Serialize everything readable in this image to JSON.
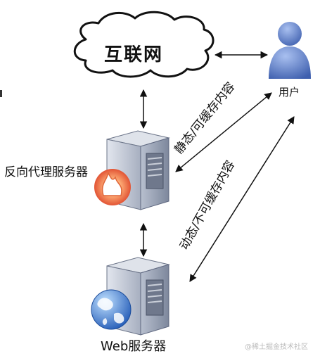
{
  "nodes": {
    "internet": "互联网",
    "user": "用户",
    "reverse_proxy": "反向代理服务器",
    "web_server": "Web服务器"
  },
  "edges": {
    "proxy_user": "静态/可缓存内容",
    "web_user": "动态/不可缓存内容"
  },
  "watermark": "@稀土掘金技术社区",
  "colors": {
    "cloud_fill": "#ffffff",
    "server_body": "#9aa3b5",
    "user_figure": "#5a78c6",
    "firewall_flame": "#e8452a",
    "globe": "#2b6fd0",
    "arrow": "#111111"
  }
}
